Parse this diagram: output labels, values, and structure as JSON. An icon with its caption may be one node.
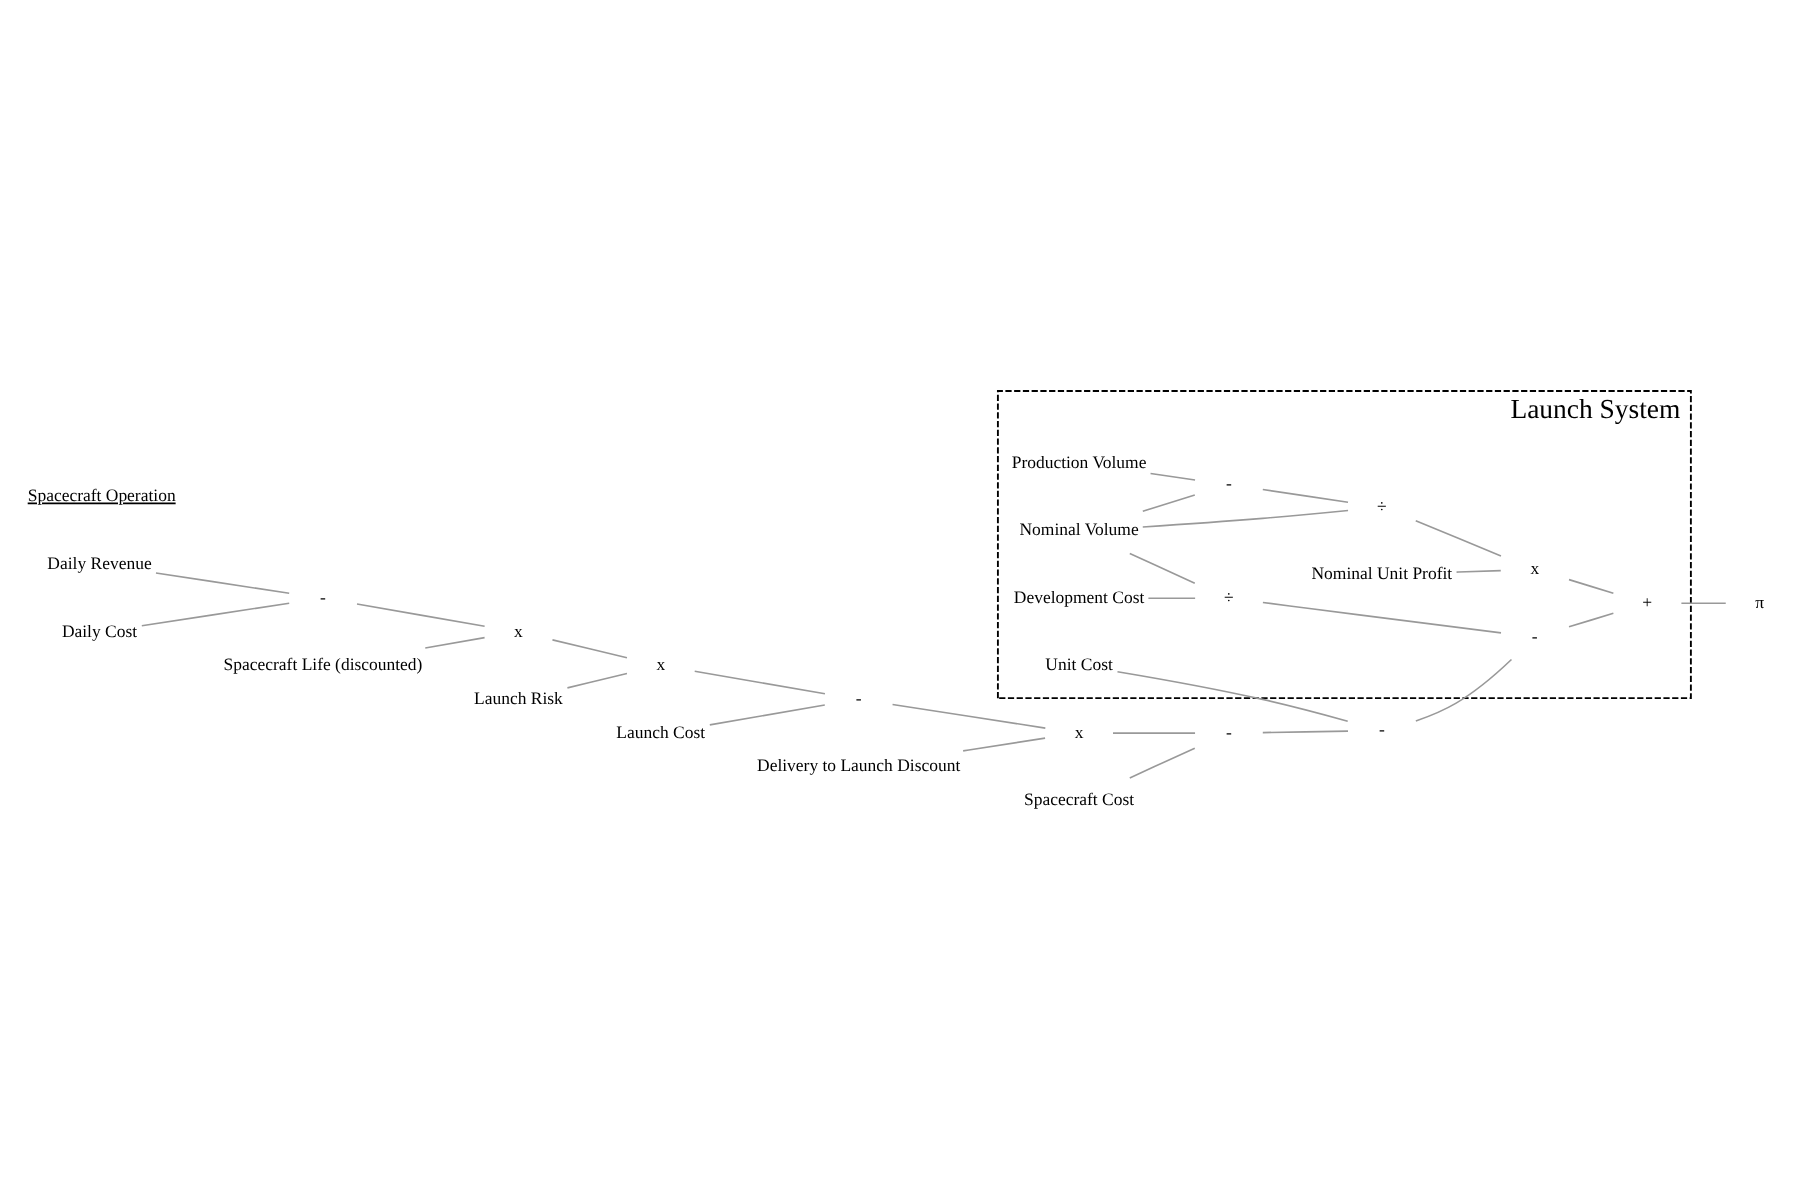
{
  "diagram": {
    "nodes": [
      {
        "text": [
          "Launch System"
        ]
      },
      {
        "text": [
          "Daily Revenue"
        ]
      },
      {
        "text": [
          "Daily Cost"
        ]
      },
      {
        "text": [
          "-"
        ]
      },
      {
        "text": [
          "Spacecraft Life (discounted)"
        ]
      },
      {
        "text": [
          "x"
        ]
      },
      {
        "text": [
          "Launch Risk"
        ]
      },
      {
        "text": [
          "x"
        ]
      },
      {
        "text": [
          "Launch Cost"
        ]
      },
      {
        "text": [
          "-"
        ]
      },
      {
        "text": [
          "Delivery to Launch Discount"
        ]
      },
      {
        "text": [
          "x"
        ]
      },
      {
        "text": [
          "Spacecraft Cost"
        ]
      },
      {
        "text": [
          "-"
        ]
      },
      {
        "text": [
          "-"
        ]
      },
      {
        "text": [
          "Unit Cost"
        ],
        "in": 0
      },
      {
        "text": [
          "-"
        ],
        "in": 0
      },
      {
        "text": [
          "Development Cost"
        ],
        "in": 0
      },
      {
        "text": [
          "÷"
        ],
        "in": 0
      },
      {
        "text": [
          "Production Volume"
        ],
        "in": 0
      },
      {
        "text": [
          "-"
        ],
        "in": 0
      },
      {
        "text": [
          "÷"
        ],
        "in": 0
      },
      {
        "text": [
          "x"
        ],
        "in": 0
      },
      {
        "text": [
          "Nominal Unit Profit"
        ],
        "in": 0
      },
      {
        "text": [
          "Nominal Volume"
        ],
        "in": 0
      },
      {
        "text": [
          "+"
        ],
        "in": 0
      },
      {
        "text": [
          "π"
        ]
      }
    ],
    "edges": [
      {
        "from": 1,
        "to": 3,
        "arrow": "none"
      },
      {
        "from": 2,
        "to": 3,
        "arrow": "none"
      },
      {
        "from": 3,
        "to": 5,
        "arrow": "none"
      },
      {
        "from": 4,
        "to": 5,
        "arrow": "none"
      },
      {
        "from": 5,
        "to": 7,
        "arrow": "none"
      },
      {
        "from": 6,
        "to": 7,
        "arrow": "none"
      },
      {
        "from": 7,
        "to": 9,
        "arrow": "none"
      },
      {
        "from": 8,
        "to": 9,
        "arrow": "none"
      },
      {
        "from": 9,
        "to": 11,
        "arrow": "none"
      },
      {
        "from": 10,
        "to": 11,
        "arrow": "none"
      },
      {
        "from": 11,
        "to": 13,
        "arrow": "none"
      },
      {
        "from": 12,
        "to": 13,
        "arrow": "none"
      },
      {
        "from": 13,
        "to": 14,
        "arrow": "none"
      },
      {
        "from": 15,
        "to": 14,
        "arrow": "none"
      },
      {
        "from": 14,
        "to": 16,
        "arrow": "none"
      },
      {
        "from": 17,
        "to": 18,
        "arrow": "none"
      },
      {
        "from": 18,
        "to": 16,
        "arrow": "none"
      },
      {
        "from": 24,
        "to": 18,
        "arrow": "none"
      },
      {
        "from": 19,
        "to": 20,
        "arrow": "none"
      },
      {
        "from": 24,
        "to": 20,
        "arrow": "none"
      },
      {
        "from": 20,
        "to": 21,
        "arrow": "none"
      },
      {
        "from": 24,
        "to": 21,
        "arrow": "none"
      },
      {
        "from": 21,
        "to": 22,
        "arrow": "none"
      },
      {
        "from": 23,
        "to": 22,
        "arrow": "none"
      },
      {
        "from": 22,
        "to": 25,
        "arrow": "none"
      },
      {
        "from": 16,
        "to": 25,
        "arrow": "none"
      },
      {
        "from": 25,
        "to": 26,
        "arrow": "none"
      }
    ],
    "labels": [
      "Spacecraft Operation"
    ]
  }
}
